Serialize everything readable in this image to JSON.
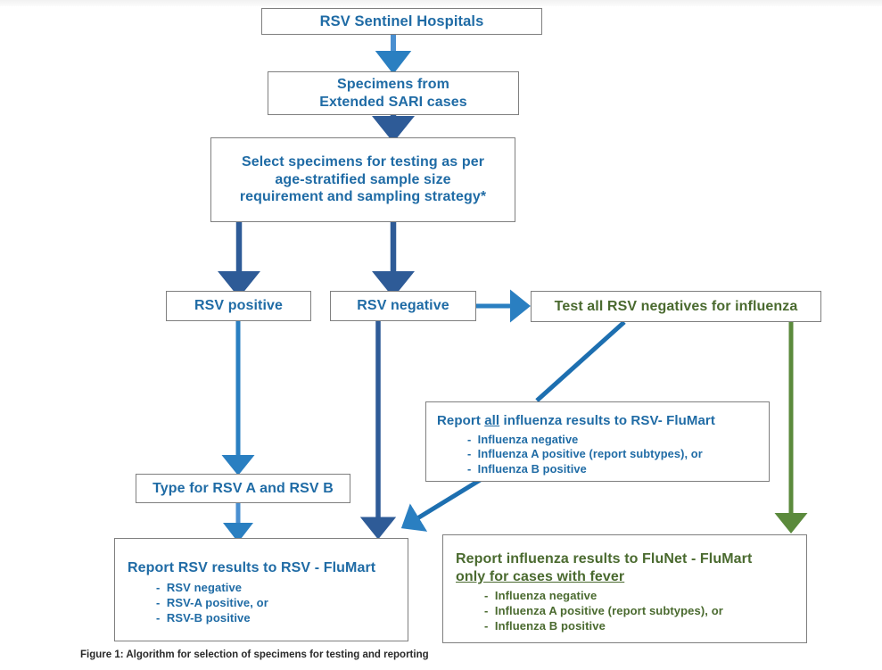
{
  "figure": {
    "caption": "Figure 1: Algorithm for selection of specimens for testing and reporting"
  },
  "colors": {
    "blue_text": "#1f6ba5",
    "green_text": "#4a6a2f",
    "box_border": "#7f7f7f",
    "arrow_dark_blue": "#2e5b97",
    "arrow_light_blue": "#2a7fc1",
    "arrow_green": "#5b8a3c",
    "background": "#ffffff"
  },
  "nodes": {
    "sentinel_hospitals": {
      "label": "RSV Sentinel Hospitals",
      "color": "blue"
    },
    "specimens": {
      "line1": "Specimens from",
      "line2": "Extended SARI cases",
      "color": "blue"
    },
    "select_specimens": {
      "line1": "Select specimens for testing as per",
      "line2": "age-stratified sample size",
      "line3": "requirement and sampling strategy*",
      "color": "blue"
    },
    "rsv_positive": {
      "label": "RSV positive",
      "color": "blue"
    },
    "rsv_negative": {
      "label": "RSV negative",
      "color": "blue"
    },
    "test_influenza": {
      "label": "Test all RSV negatives for influenza",
      "color": "green"
    },
    "report_all_influenza": {
      "title_before": "Report ",
      "title_underlined": "all",
      "title_after": " influenza results to RSV- FluMart",
      "items": [
        "-  Influenza negative",
        "-  Influenza A positive (report subtypes), or",
        "-  Influenza B positive"
      ],
      "color": "blue"
    },
    "type_rsv": {
      "label": "Type for RSV A and RSV B",
      "color": "blue"
    },
    "report_rsv": {
      "title": "Report RSV results to RSV - FluMart",
      "items": [
        "-  RSV negative",
        "-  RSV-A positive, or",
        "-  RSV-B positive"
      ],
      "color": "blue"
    },
    "report_influenza_flunet": {
      "title_line1": "Report influenza results to FluNet - FluMart",
      "title_line2_underlined": "only for cases with fever",
      "items": [
        "-  Influenza negative",
        "-  Influenza A positive (report subtypes), or",
        "-  Influenza B positive"
      ],
      "color": "green"
    }
  },
  "edges": [
    {
      "name": "hospitals-to-specimens",
      "from": "sentinel_hospitals",
      "to": "specimens",
      "style": "light-blue-vertical"
    },
    {
      "name": "specimens-to-select",
      "from": "specimens",
      "to": "select_specimens",
      "style": "dark-blue-vertical"
    },
    {
      "name": "select-to-rsv-positive",
      "from": "select_specimens",
      "to": "rsv_positive",
      "style": "dark-blue-vertical"
    },
    {
      "name": "select-to-rsv-negative",
      "from": "select_specimens",
      "to": "rsv_negative",
      "style": "dark-blue-vertical"
    },
    {
      "name": "rsv-negative-to-test-influenza",
      "from": "rsv_negative",
      "to": "test_influenza",
      "style": "light-blue-horizontal"
    },
    {
      "name": "rsv-positive-to-type-rsv",
      "from": "rsv_positive",
      "to": "type_rsv",
      "style": "light-blue-vertical"
    },
    {
      "name": "rsv-negative-to-report-rsv",
      "from": "rsv_negative",
      "to": "report_rsv",
      "style": "dark-blue-vertical"
    },
    {
      "name": "test-influenza-to-report-all",
      "from": "test_influenza",
      "to": "report_all_influenza",
      "style": "blue-diagonal"
    },
    {
      "name": "report-all-to-report-rsv",
      "from": "report_all_influenza",
      "to": "report_rsv",
      "style": "blue-diagonal-arrow"
    },
    {
      "name": "type-rsv-to-report-rsv",
      "from": "type_rsv",
      "to": "report_rsv",
      "style": "light-blue-vertical"
    },
    {
      "name": "test-influenza-to-flunet",
      "from": "test_influenza",
      "to": "report_influenza_flunet",
      "style": "green-vertical"
    }
  ]
}
